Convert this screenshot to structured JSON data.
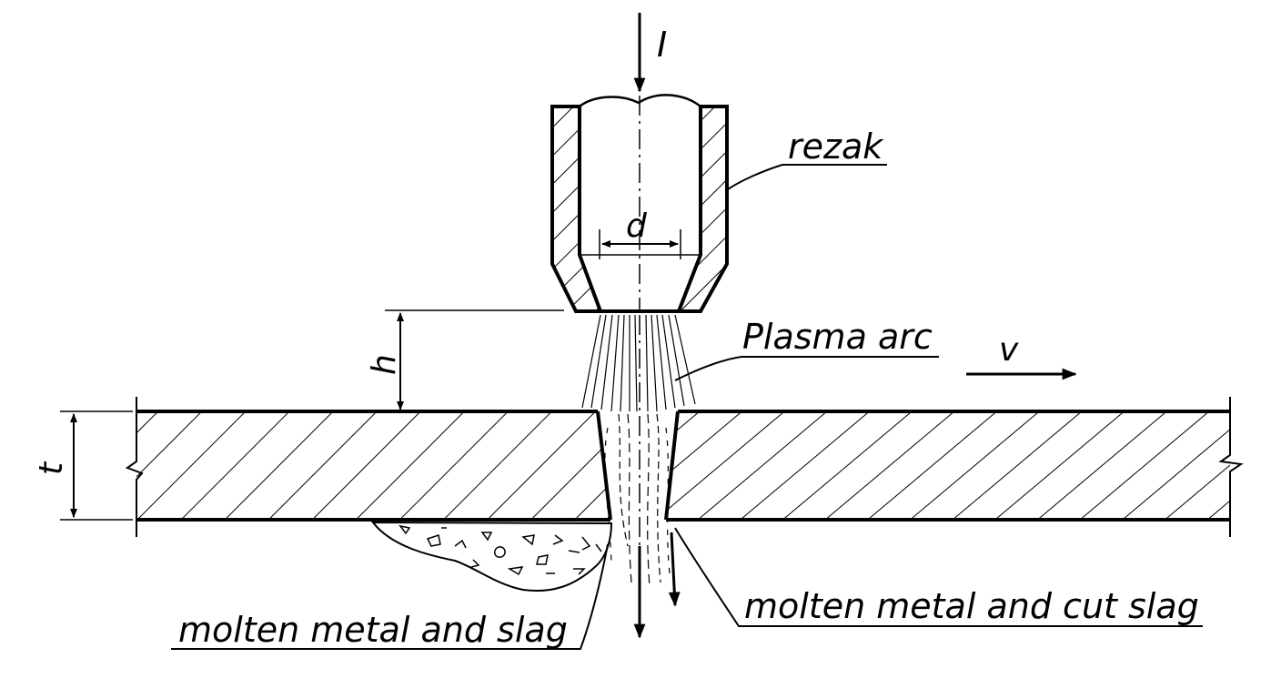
{
  "labels": {
    "current": "I",
    "torch": "rezak",
    "diameter": "d",
    "plasma_arc": "Plasma arc",
    "velocity": "v",
    "standoff": "h",
    "thickness": "t",
    "slag_left": "molten metal and slag",
    "slag_right": "molten metal and cut slag"
  },
  "colors": {
    "ink": "#000000",
    "paper": "#ffffff"
  }
}
